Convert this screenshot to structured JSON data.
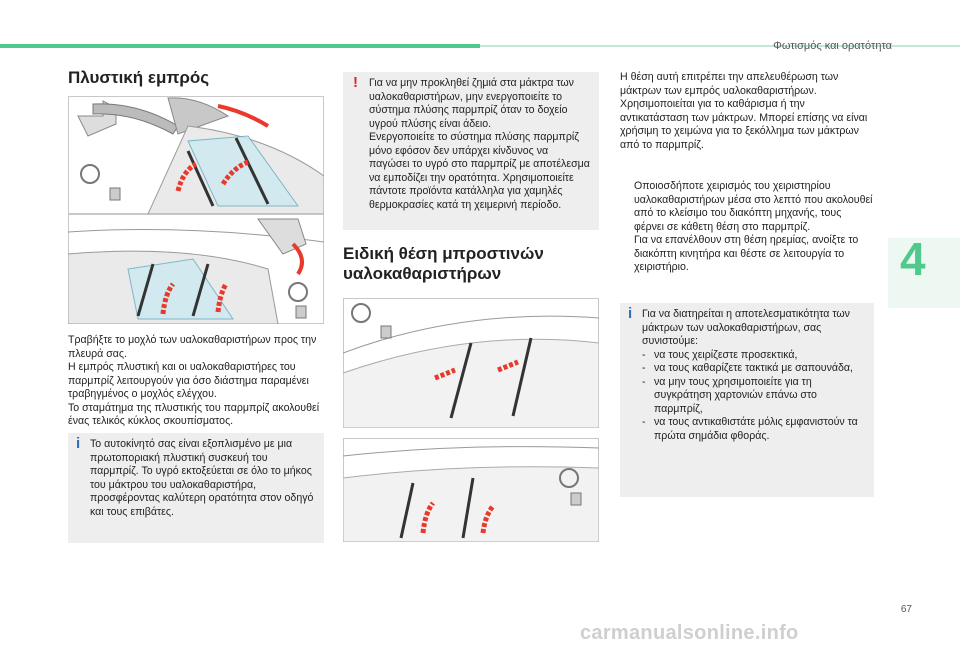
{
  "header": {
    "running_head": "Φωτισμός και ορατότητα",
    "chapter_number": "4",
    "page_number": "67"
  },
  "section1": {
    "title": "Πλυστική εμπρός",
    "paragraphs": [
      "Τραβήξτε το μοχλό των υαλοκαθαριστήρων προς την πλευρά σας.",
      "Η εμπρός πλυστική και οι υαλοκαθαριστήρες του παρμπρίζ λειτουργούν για όσο διάστημα παραμένει τραβηγμένος ο μοχλός ελέγχου.",
      "Το σταμάτημα της πλυστικής του παρμπρίζ ακολουθεί ένας τελικός κύκλος σκουπίσματος."
    ],
    "info_note": "Το αυτοκίνητό σας είναι εξοπλισμένο με μια πρωτοποριακή πλυστική συσκευή του παρμπρίζ. Το υγρό εκτοξεύεται σε όλο το μήκος του μάκτρου του υαλοκαθαριστήρα, προσφέροντας καλύτερη ορατότητα στον οδηγό και τους επιβάτες."
  },
  "warning_note": [
    "Για να μην προκληθεί ζημιά στα μάκτρα των υαλοκαθαριστήρων, μην ενεργοποιείτε το σύστημα πλύσης παρμπρίζ όταν το δοχείο υγρού πλύσης είναι άδειο.",
    "Ενεργοποιείτε το σύστημα πλύσης παρμπρίζ μόνο εφόσον δεν υπάρχει κίνδυνος να παγώσει το υγρό στο παρμπρίζ με αποτέλεσμα να εμποδίζει την ορατότητα. Χρησιμοποιείτε πάντοτε προϊόντα κατάλληλα για χαμηλές θερμοκρασίες κατά τη χειμερινή περίοδο."
  ],
  "section2": {
    "title": "Ειδική θέση μπροστινών υαλοκαθαριστήρων",
    "intro": "Η θέση αυτή επιτρέπει την απελευθέρωση των μάκτρων των εμπρός υαλοκαθαριστήρων. Χρησιμοποιείται για το καθάρισμα ή την αντικατάσταση των μάκτρων. Μπορεί επίσης να είναι χρήσιμη το χειμώνα για το ξεκόλλημα των μάκτρων από το παρμπρίζ.",
    "bullets": [
      "Οποιοσδήποτε χειρισμός του χειριστηρίου υαλοκαθαριστήρων μέσα στο λεπτό που ακολουθεί από το κλείσιμο του διακόπτη μηχανής, τους φέρνει σε κάθετη θέση στο παρμπρίζ.",
      "Για να επανέλθουν στη θέση ηρεμίας, ανοίξτε το διακόπτη κινητήρα και θέστε σε λειτουργία το χειριστήριο."
    ],
    "bullet_mark": "",
    "info_note": {
      "intro": "Για να διατηρείται η αποτελεσματικότητα των μάκτρων των υαλοκαθαριστήρων, σας συνιστούμε:",
      "items": [
        "να τους χειρίζεστε προσεκτικά,",
        "να τους καθαρίζετε τακτικά με σαπουνάδα,",
        "να μην τους χρησιμοποιείτε για τη συγκράτηση χαρτονιών επάνω στο παρμπρίζ,",
        "να τους αντικαθιστάτε μόλις εμφανιστούν τα πρώτα σημάδια φθοράς."
      ],
      "dash": "-"
    }
  },
  "icons": {
    "info": "i",
    "warning": "!"
  },
  "watermark": "carmanualsonline.info",
  "colors": {
    "accent": "#4fc98e",
    "arrow": "#e8392b",
    "note_bg": "#eeeeee"
  }
}
